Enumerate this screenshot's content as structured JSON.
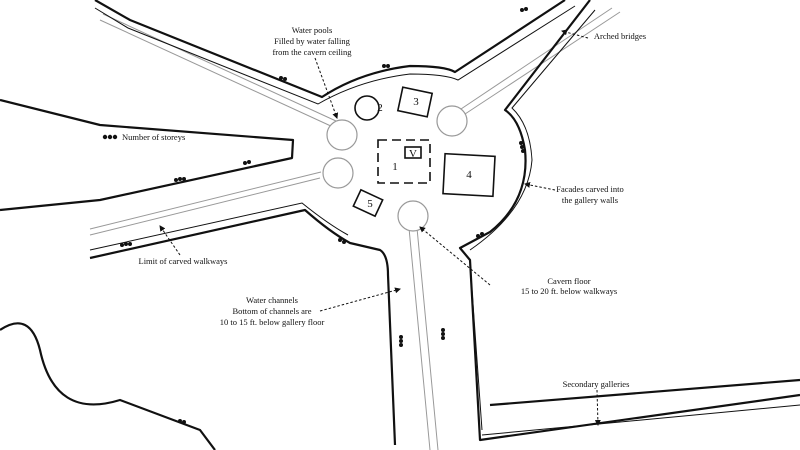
{
  "labels": {
    "water_pools": [
      "Water pools",
      "Filled by water falling",
      "from the cavern ceiling"
    ],
    "arched_bridges": "Arched bridges",
    "storeys_legend": "Number of storeys",
    "facades": [
      "Facades carved into",
      "the gallery walls"
    ],
    "limit_walkways": "Limit of carved walkways",
    "water_channels": [
      "Water channels",
      "Bottom of channels are",
      "10 to 15 ft. below gallery floor"
    ],
    "cavern_floor": [
      "Cavern floor",
      "15 to 20 ft. below walkways"
    ],
    "secondary_galleries": "Secondary galleries"
  },
  "buildings": [
    "1",
    "2",
    "3",
    "4",
    "5",
    "V"
  ]
}
